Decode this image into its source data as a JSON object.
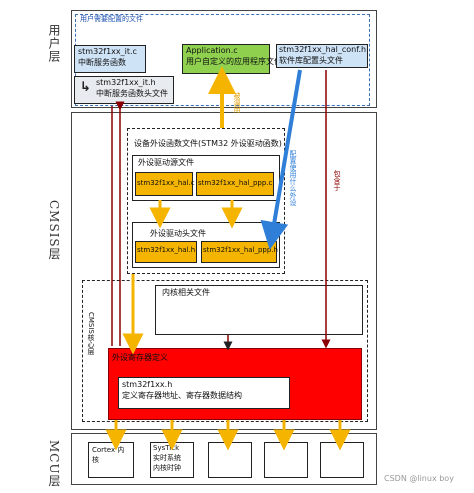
{
  "layers": {
    "user": "用户层",
    "cmsis": "CMSIS层",
    "mcu": "MCU层"
  },
  "user_layer": {
    "files_title": "用户需要配置的文件",
    "it_c": {
      "line1": "stm32f1xx_it.c",
      "line2": "中断服务函数"
    },
    "it_h": {
      "line1": "stm32f1xx_it.h",
      "line2": "中断服务函数头文件"
    },
    "app_c": {
      "line1": "Application.c",
      "line2": "用户自定义的应用程序文件"
    },
    "hal_conf": {
      "line1": "stm32f1xx_hal_conf.h",
      "line2": "软件库配置头文件"
    }
  },
  "arrows": {
    "call": "被调用",
    "config": "配置使用什么外设",
    "include": "包含于"
  },
  "cmsis_layer": {
    "periph_driver_title": "设备外设函数文件(STM32 外设驱动函数)",
    "src_title": "外设驱动源文件",
    "src_files": [
      "stm32f1xx_hal.c",
      "stm32f1xx_hal_ppp.c"
    ],
    "hdr_title": "外设驱动头文件",
    "hdr_files": [
      "stm32f1xx_hal.h",
      "stm32f1xx_hal_ppp.h"
    ],
    "core_label": "CMSIS核心层",
    "core_files_title": "内核相关文件",
    "reg_title": "外设寄存器定义",
    "reg_file": {
      "line1": "stm32f1xx.h",
      "line2": "定义寄存器地址、寄存器数据结构"
    }
  },
  "mcu_layer": {
    "cortex": {
      "line1": "Cortex 内",
      "line2": "核"
    },
    "systick": {
      "line1": "SysTick",
      "line2": "实时系统",
      "line3": "内核时钟"
    }
  },
  "watermark": "CSDN @linux boy",
  "colors": {
    "orange": "#f5b400",
    "red": "#ff0000",
    "blue": "#2f7fd8",
    "darkred": "#8b0000",
    "green": "#8fd14f"
  }
}
